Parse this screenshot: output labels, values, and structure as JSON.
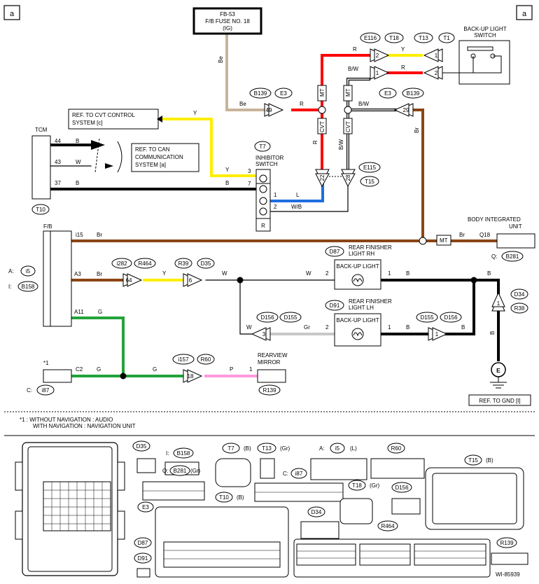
{
  "corner_label": "a",
  "fuse": {
    "line1": "FB-53",
    "line2": "F/B FUSE NO. 18",
    "line3": "(IG)"
  },
  "backup_switch": {
    "line1": "BACK-UP LIGHT",
    "line2": "SWITCH"
  },
  "tcm": {
    "title": "TCM",
    "code": "T10",
    "pins": [
      "44",
      "43",
      "37"
    ],
    "wires": [
      "B",
      "W",
      "B"
    ]
  },
  "ref_cvt": {
    "line1": "REF. TO CVT CONTROL",
    "line2": "SYSTEM [c]"
  },
  "ref_can": {
    "line1": "REF. TO CAN",
    "line2": "COMMUNICATION",
    "line3": "SYSTEM [a]"
  },
  "inhibitor": {
    "code": "T7",
    "line1": "INHIBITOR",
    "line2": "SWITCH",
    "pins": [
      "3",
      "7",
      "1",
      "2"
    ],
    "r": "R"
  },
  "connectors": {
    "b139": "B139",
    "e3": "E3",
    "e116": "E116",
    "t18": "T18",
    "t13": "T13",
    "t1": "T1",
    "e115": "E115",
    "t15": "T15",
    "i282": "i282",
    "r464": "R464",
    "r39": "R39",
    "d35": "D35",
    "d87": "D87",
    "d91": "D91",
    "d156": "D156",
    "d155": "D155",
    "d34": "D34",
    "r38": "R38",
    "i157": "i157",
    "r60": "R60",
    "r139": "R139",
    "b281": "B281",
    "i5": "i5",
    "b158": "B158",
    "i87": "i87"
  },
  "pins": {
    "p49": "49",
    "p29": "29",
    "p2": "2",
    "p1": "1",
    "p22": "22",
    "p28": "28",
    "p64": "64",
    "p6": "6",
    "p3": "3",
    "p18": "18"
  },
  "wire_colors": {
    "be": "Be",
    "r": "R",
    "y": "Y",
    "bw": "B/W",
    "br": "Br",
    "b": "B",
    "l": "L",
    "w": "W",
    "wb": "W/B",
    "gr": "Gr",
    "g": "G",
    "p": "P"
  },
  "splices": {
    "mt": "MT",
    "cvt": "CVT"
  },
  "fb": {
    "label": "F/B",
    "i15": "i15",
    "a3": "A3",
    "a11": "A11",
    "a_prefix": "A:",
    "i_prefix": "I:"
  },
  "body_unit": {
    "line1": "BODY INTEGRATED",
    "line2": "UNIT",
    "pin": "Q18",
    "prefix": "Q:"
  },
  "rear_rh": {
    "line1": "REAR FINISHER",
    "line2": "LIGHT RH",
    "lamp": "BACK-UP LIGHT"
  },
  "rear_lh": {
    "line1": "REAR FINISHER",
    "line2": "LIGHT LH",
    "lamp": "BACK-UP LIGHT"
  },
  "mirror": {
    "line1": "REARVIEW",
    "line2": "MIRROR"
  },
  "audio": {
    "star": "*1",
    "pin": "C2",
    "prefix": "C:"
  },
  "ground": {
    "symbol": "E",
    "ref": "REF. TO GND [I]"
  },
  "footnote": {
    "line1": "*1 : WITHOUT NAVIGATION  : AUDIO",
    "line2": "WITH NAVIGATION  : NAVIGATION UNIT"
  },
  "legend": {
    "d35": "D35",
    "i_b158": "I:",
    "b158": "B158",
    "q_b281": "Q:",
    "b281": "B281",
    "gr1": "(Gr)",
    "t7": "T7",
    "b1": "(B)",
    "t13": "T13",
    "gr2": "(Gr)",
    "a_i5": "A:",
    "i5": "i5",
    "l": "(L)",
    "r60": "R60",
    "t15": "T15",
    "b2": "(B)",
    "c_i87": "C:",
    "i87": "i87",
    "t18": "T18",
    "gr3": "(Gr)",
    "d156": "D156",
    "e3": "E3",
    "t10": "T10",
    "b3": "(B)",
    "d34": "D34",
    "r464": "R464",
    "d87": "D87",
    "d91": "D91",
    "r139": "R139",
    "code": "WI-85939"
  }
}
